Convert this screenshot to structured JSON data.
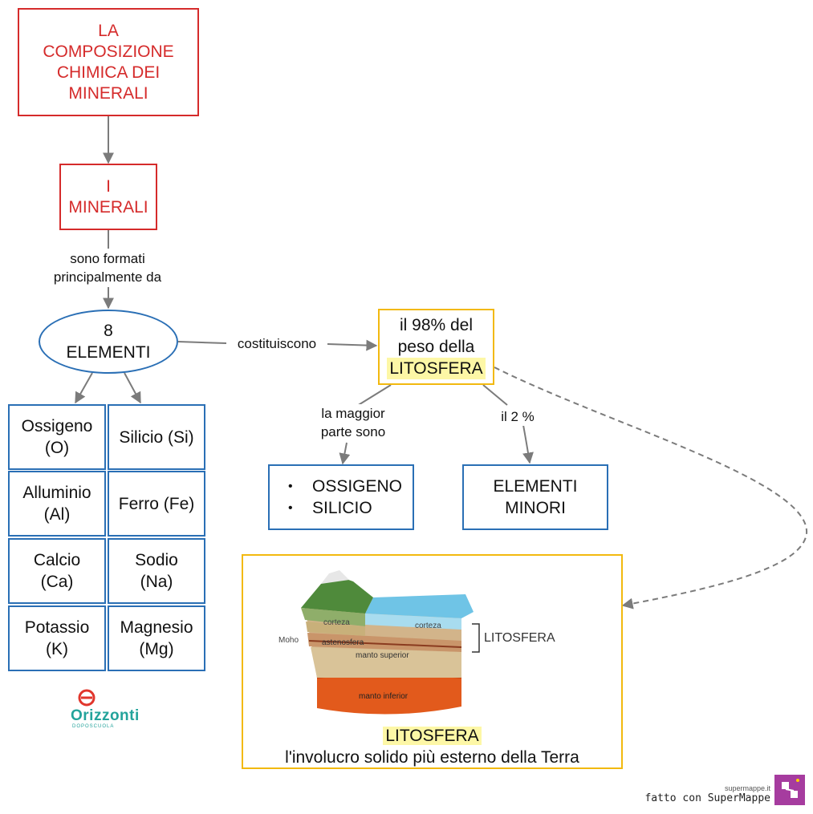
{
  "title_box": {
    "line1": "LA",
    "line2": "COMPOSIZIONE",
    "line3": "CHIMICA DEI",
    "line4": "MINERALI"
  },
  "minerali_box": {
    "line1": "I",
    "line2": "MINERALI"
  },
  "link_formed": {
    "line1": "sono formati",
    "line2": "principalmente da"
  },
  "elements_node": {
    "line1": "8",
    "line2": "ELEMENTI"
  },
  "link_constitute": "costituiscono",
  "percent_box": {
    "line1": "il 98% del",
    "line2": "peso della",
    "line3": "LITOSFERA"
  },
  "link_major": {
    "line1": "la maggior",
    "line2": "parte sono"
  },
  "link_minor": "il 2 %",
  "major_box": {
    "items": [
      "OSSIGENO",
      "SILICIO"
    ]
  },
  "minor_box": {
    "line1": "ELEMENTI",
    "line2": "MINORI"
  },
  "elements_grid": [
    {
      "name": "Ossigeno",
      "symbol": "(O)"
    },
    {
      "name": "Silicio (Si)",
      "symbol": ""
    },
    {
      "name": "Alluminio",
      "symbol": "(Al)"
    },
    {
      "name": "Ferro (Fe)",
      "symbol": ""
    },
    {
      "name": "Calcio",
      "symbol": "(Ca)"
    },
    {
      "name": "Sodio",
      "symbol": "(Na)"
    },
    {
      "name": "Potassio",
      "symbol": "(K)"
    },
    {
      "name": "Magnesio",
      "symbol": "(Mg)"
    }
  ],
  "lithosphere_panel": {
    "figure_labels": {
      "corteza_left": "corteza",
      "corteza_right": "corteza",
      "moho": "Moho",
      "astenosfera": "astenosfera",
      "manto_superior": "manto superior",
      "manto_inferior": "manto inferior",
      "bracket_label": "LITOSFERA"
    },
    "caption_title": "LITOSFERA",
    "caption_text": "l'involucro solido più esterno della Terra"
  },
  "logo": {
    "brand": "Orizzonti",
    "sub": "DOPOSCUOLA"
  },
  "footer": {
    "site": "supermappe.it",
    "made_with": "fatto con SuperMappe"
  },
  "colors": {
    "red": "#d52b2b",
    "blue": "#2a6fb5",
    "gold": "#f2b90f",
    "highlight": "#fdf7a6",
    "connector": "#7b7b7b"
  }
}
